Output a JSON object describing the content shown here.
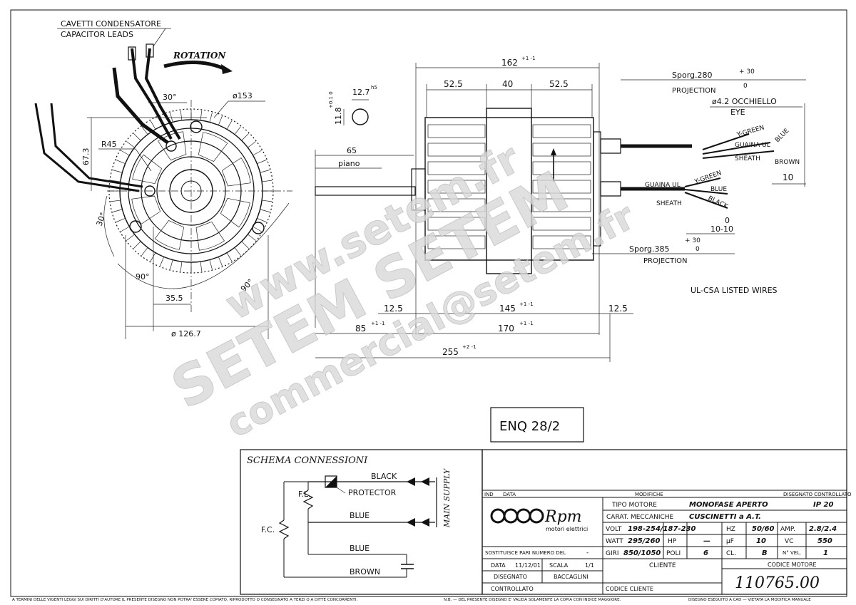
{
  "front_view": {
    "capacitor_leads_it": "CAVETTI CONDENSATORE",
    "capacitor_leads_en": "CAPACITOR LEADS",
    "rotation": "ROTATION",
    "angle_30_top": "30°",
    "diameter_153": "ø153",
    "r45": "R45",
    "dim_67_3": "67.3",
    "angle_30_left": "30°",
    "angle_90_left": "90°",
    "angle_90_right": "90°",
    "dim_35_5": "35.5",
    "diameter_126_7": "ø 126.7"
  },
  "shaft_detail": {
    "dim_12_7": "12.7",
    "tol_h5": "h5",
    "dim_11_8": "11.8",
    "tol_11_8": "+0.1 0",
    "dim_65": "65",
    "piano": "piano"
  },
  "side_view": {
    "dim_162": "162",
    "tol_162": "+1 -1",
    "dim_52_5_left": "52.5",
    "dim_40": "40",
    "dim_52_5_right": "52.5",
    "dim_12_5_left": "12.5",
    "dim_145": "145",
    "tol_145": "+1 -1",
    "dim_12_5_right": "12.5",
    "dim_85": "85",
    "tol_85": "+1 -1",
    "dim_170": "170",
    "tol_170": "+1 -1",
    "dim_255": "255",
    "tol_255": "+2 -1"
  },
  "wires": {
    "sporg_280": "Sporg.280",
    "tol_280_plus": "+ 30",
    "tol_280_zero": "0",
    "projection_top": "PROJECTION",
    "eye_it": "ø4.2 OCCHIELLO",
    "eye_en": "EYE",
    "y_green_top": "Y-GREEN",
    "blue_top": "BLUE",
    "guaina_ul_top": "GUAINA UL",
    "sheath_top": "SHEATH",
    "brown_top": "BROWN",
    "dim_10": "10",
    "guaina_ul_bottom": "GUAINA UL",
    "sheath_bottom": "SHEATH",
    "y_green_bottom": "Y-GREEN",
    "blue_bottom": "BLUE",
    "black_bottom": "BLACK",
    "dim_0": "0",
    "dim_10_10": "10-10",
    "tol_385_plus": "+ 30",
    "sporg_385": "Sporg.385",
    "tol_385_zero": "0",
    "projection_bottom": "PROJECTION",
    "ul_csa": "UL-CSA LISTED WIRES"
  },
  "watermark": {
    "line1": "www.setem.fr",
    "line2": "SETEM SETEM",
    "line3": "commercial@setem.fr"
  },
  "model_box": "ENQ 28/2",
  "schema": {
    "title": "SCHEMA CONNESSIONI",
    "fl": "F.L.",
    "fc": "F.C.",
    "black": "BLACK",
    "protector": "PROTECTOR",
    "blue_supply": "BLUE",
    "blue_cap": "BLUE",
    "brown": "BROWN",
    "main_supply": "MAIN SUPPLY"
  },
  "title_block": {
    "ind": "IND",
    "data_col": "DATA",
    "modifiche": "MODIFICHE",
    "disegnato_controllato": "DISEGNATO CONTROLLATO",
    "brand": "Rpm",
    "brand_sub": "motori elettrici",
    "tipo_motore_label": "TIPO MOTORE",
    "tipo_motore_value": "MONOFASE APERTO",
    "ip_value": "IP 20",
    "caratt_label": "CARAT. MECCANICHE",
    "caratt_value": "CUSCINETTI a A.T.",
    "volt_label": "VOLT",
    "volt_value": "198-254/187-230",
    "hz_label": "HZ",
    "hz_value": "50/60",
    "amp_label": "AMP.",
    "amp_value": "2.8/2.4",
    "watt_label": "WATT",
    "watt_value": "295/260",
    "hp_label": "HP",
    "hp_value": "—",
    "uf_label": "µF",
    "uf_value": "10",
    "vc_label": "VC",
    "vc_value": "550",
    "sostituisce": "SOSTITUISCE PARI NUMERO DEL",
    "sostituisce_value": "-",
    "giri_label": "GIRI",
    "giri_value": "850/1050",
    "poli_label": "POLI",
    "poli_value": "6",
    "cl_label": "CL.",
    "cl_value": "B",
    "nvel_label": "N° VEL.",
    "nvel_value": "1",
    "data_label": "DATA",
    "data_value": "11/12/01",
    "scala_label": "SCALA",
    "scala_value": "1/1",
    "cliente": "CLIENTE",
    "codice_motore_label": "CODICE MOTORE",
    "disegnato_label": "DISEGNATO",
    "disegnato_value": "BACCAGLINI",
    "controllato_label": "CONTROLLATO",
    "codice_cliente": "CODICE CLIENTE",
    "codice_motore_value": "110765.00"
  },
  "footer": {
    "legal": "A TERMINI DELLE VIGENTI LEGGI SUI DIRITTI D'AUTORE IL PRESENTE DISEGNO NON POTRA' ESSERE COPIATO, RIPRODOTTO O CONSEGNATO A TERZI O A DITTE CONCORRENTI.",
    "nb": "N.B. — DEL PRESENTE DISEGNO E' VALIDA SOLAMENTE LA COPIA CON INDICE MAGGIORE.",
    "cad": "DISEGNO ESEGUITO A CAD — VIETATA LA MODIFICA MANUALE"
  }
}
